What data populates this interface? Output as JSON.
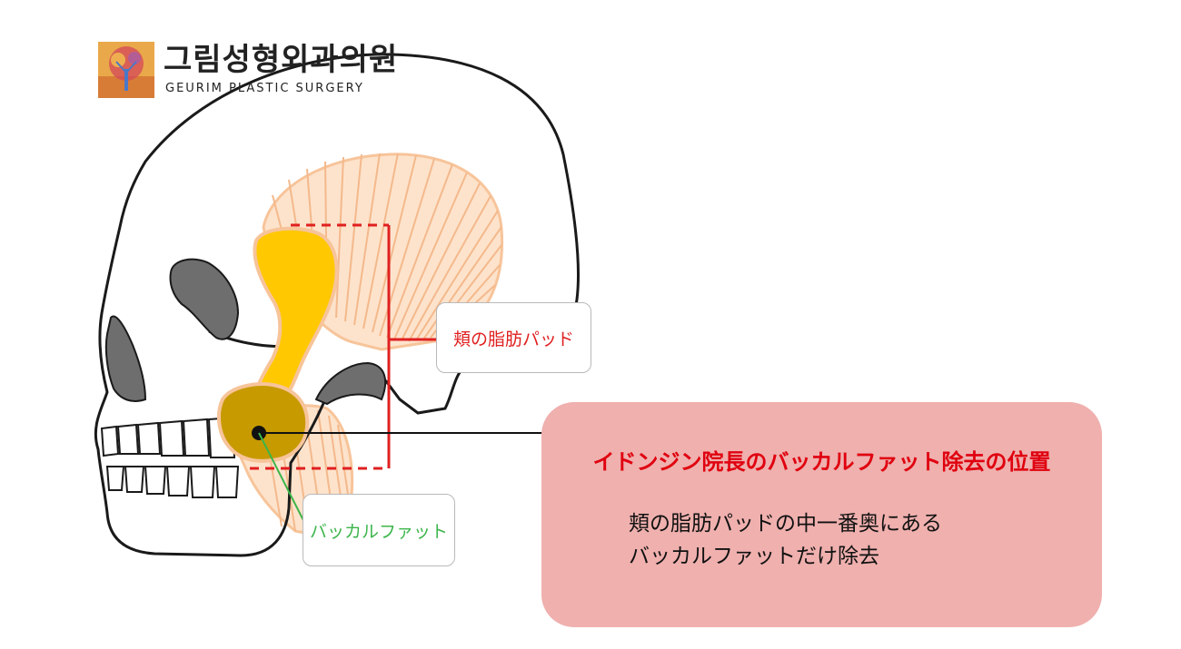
{
  "logo": {
    "name_ko": "그림성형외과의원",
    "name_en": "GEURIM PLASTIC SURGERY",
    "icon": "tree-painting-logo-icon"
  },
  "labels": {
    "cheek_fat_pad": "頬の脂肪パッド",
    "buccal_fat": "バッカルファット"
  },
  "callout": {
    "title": "イドンジン院長のバッカルファット除去の位置",
    "line1": "頬の脂肪パッドの中一番奥にある",
    "line2": "バッカルファットだけ除去"
  },
  "colors": {
    "cheek_label": "#e02020",
    "buccal_label": "#3cb54a",
    "callout_bg": "#efb0ae",
    "callout_title": "#e0000f",
    "fat_yellow": "#ffc800",
    "buccal_fat": "#c79a00",
    "muscle_orange": "#f9c89a"
  }
}
